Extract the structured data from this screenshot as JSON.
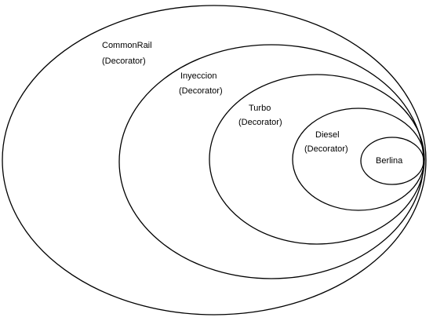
{
  "diagram": {
    "layers": [
      {
        "name": "CommonRail",
        "role": "(Decorator)"
      },
      {
        "name": "Inyeccion",
        "role": "(Decorator)"
      },
      {
        "name": "Turbo",
        "role": "(Decorator)"
      },
      {
        "name": "Diesel",
        "role": "(Decorator)"
      },
      {
        "name": "Berlina"
      }
    ]
  }
}
